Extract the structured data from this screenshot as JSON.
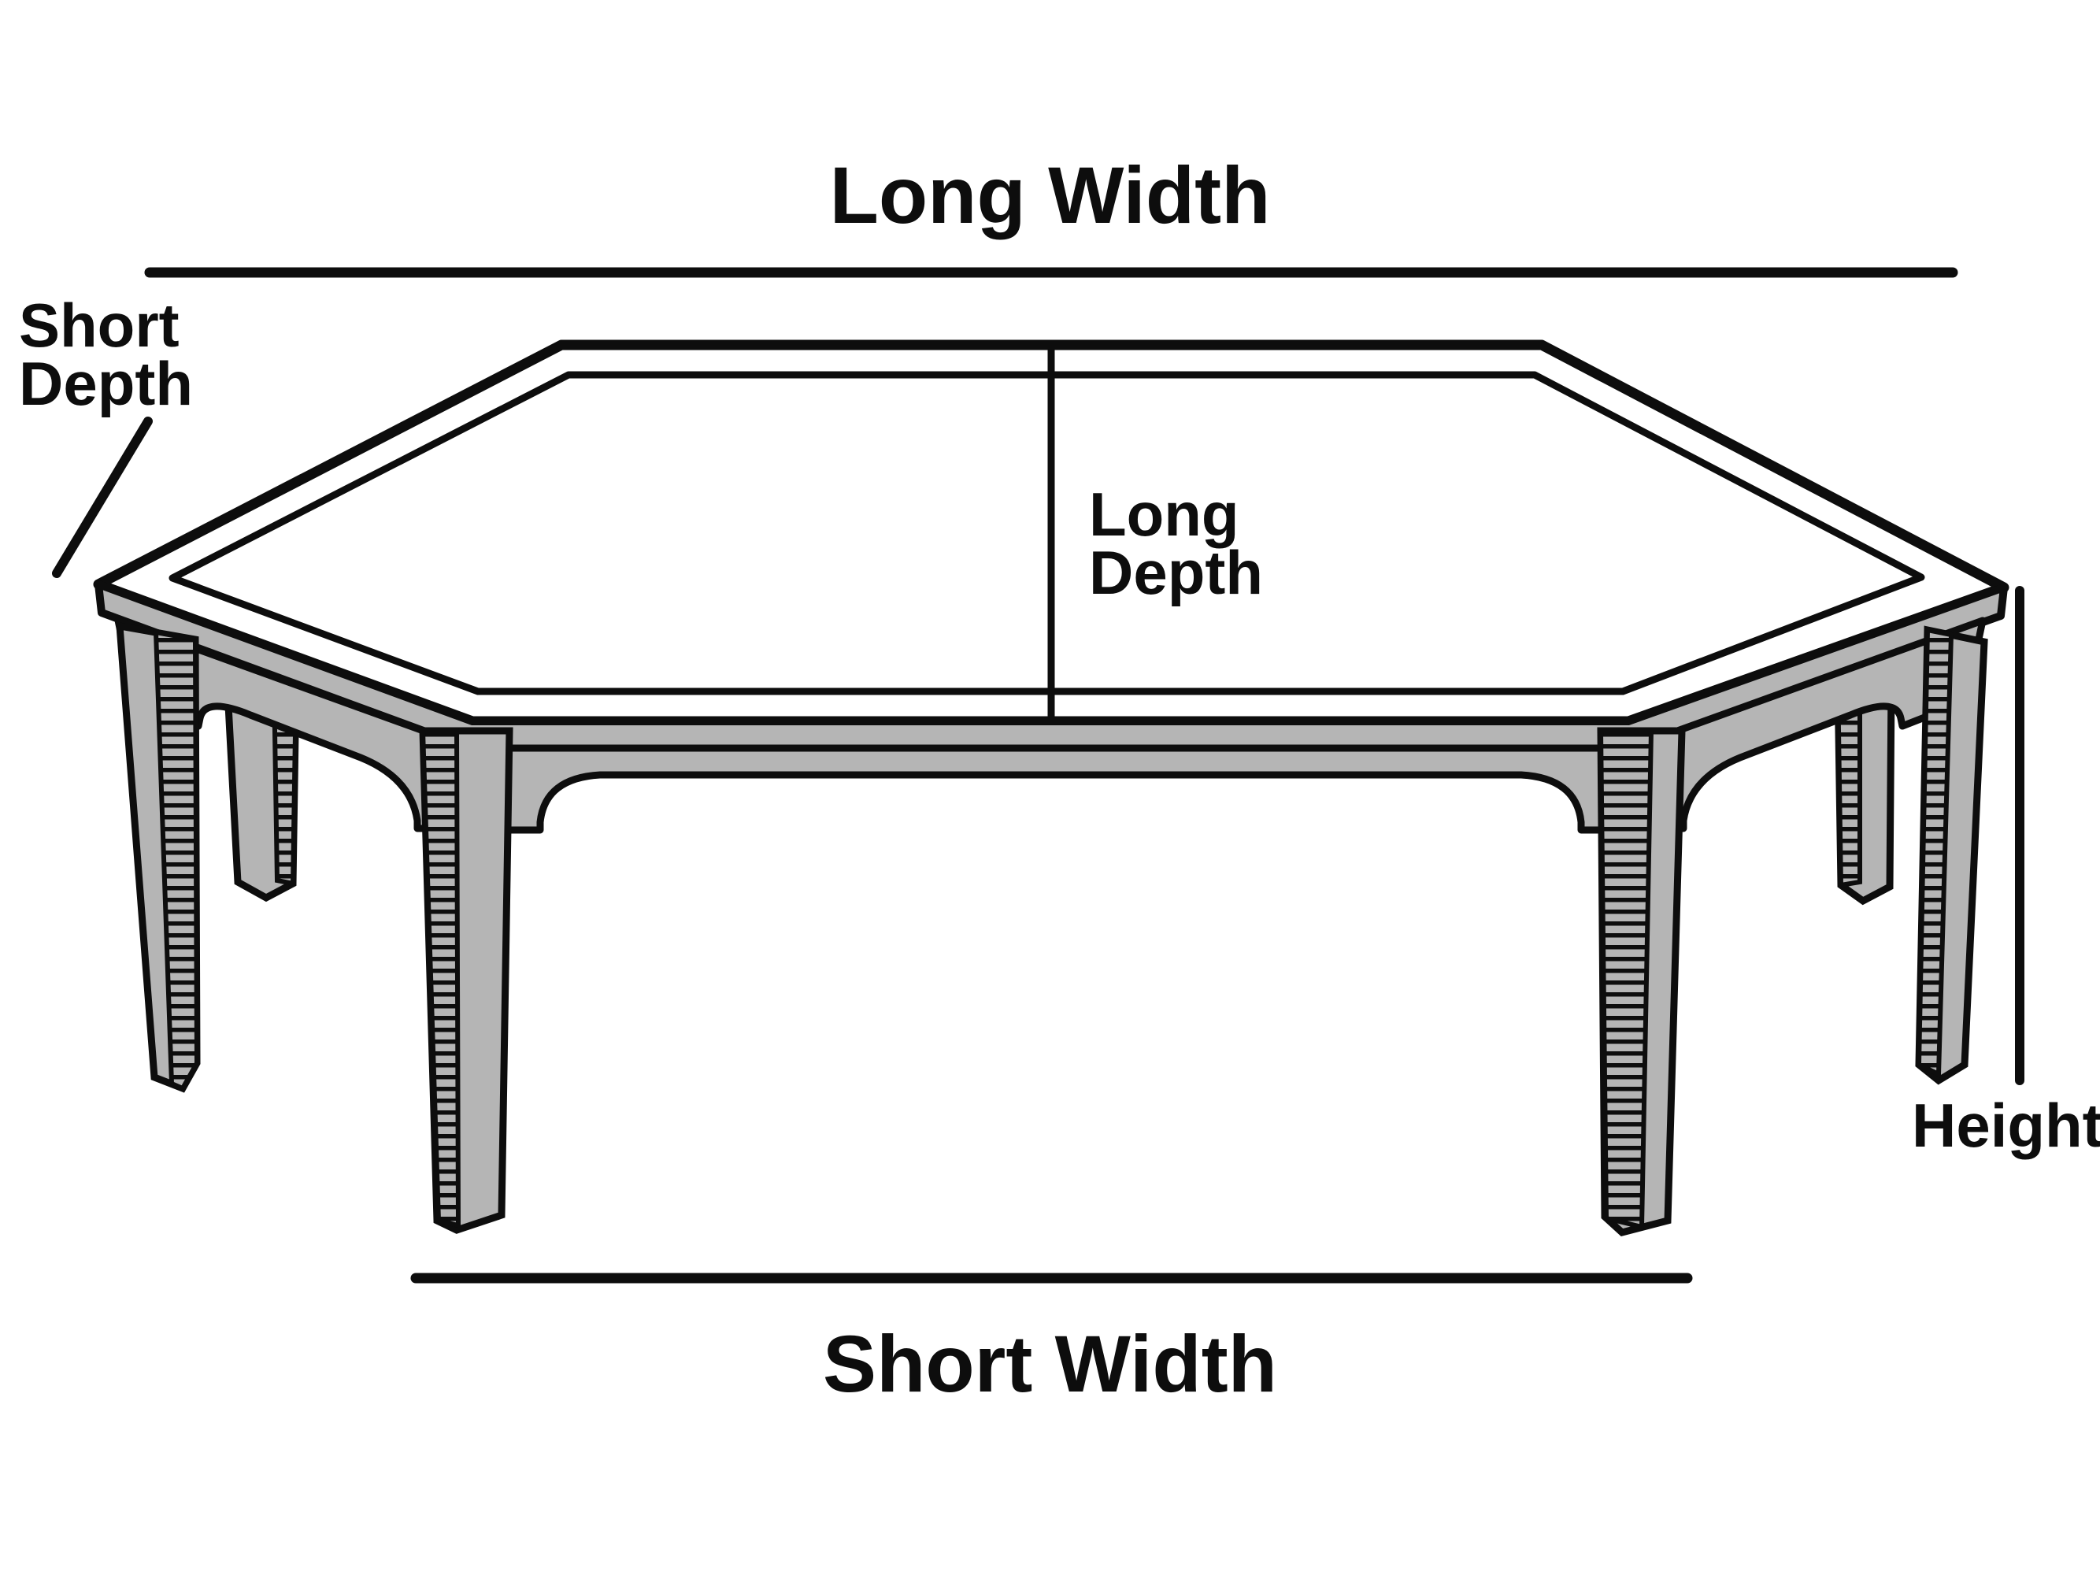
{
  "diagram": {
    "type": "furniture-dimension-diagram",
    "subject": "octagonal table line drawing with measurement guides",
    "labels": {
      "long_width": "Long Width",
      "short_depth": {
        "line1": "Short",
        "line2": "Depth"
      },
      "long_depth": {
        "line1": "Long",
        "line2": "Depth"
      },
      "height": "Height",
      "short_width": "Short Width"
    },
    "colors": {
      "outline": "#0d0d0d",
      "surface": "#ffffff",
      "side": "#b5b5b5",
      "background": "#ffffff"
    }
  }
}
